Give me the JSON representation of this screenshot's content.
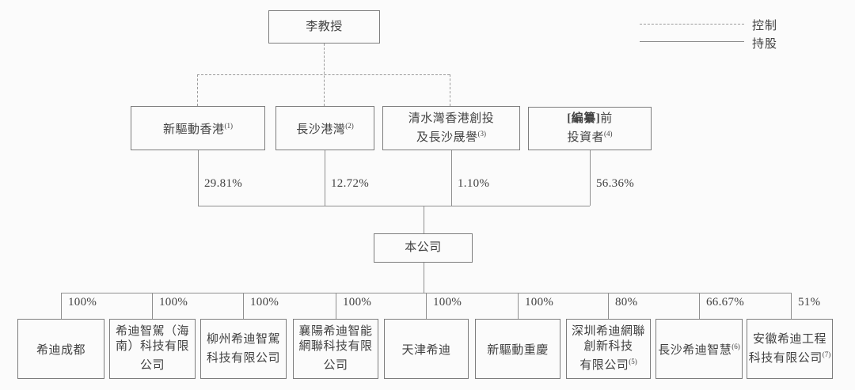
{
  "legend": {
    "control": "控制",
    "shareholding": "持股"
  },
  "root": {
    "label": "李教授"
  },
  "company": {
    "label": "本公司"
  },
  "shareholders": [
    {
      "lines": [
        "新驅動香港"
      ],
      "sup": "(1)",
      "pct": "29.81%"
    },
    {
      "lines": [
        "長沙港灣"
      ],
      "sup": "(2)",
      "pct": "12.72%"
    },
    {
      "lines": [
        "清水灣香港創投",
        "及長沙晟譽"
      ],
      "sup": "(3)",
      "pct": "1.10%"
    },
    {
      "bold": "[編纂]",
      "line1_rest": "前",
      "line2": "投資者",
      "sup": "(4)",
      "pct": "56.36%"
    }
  ],
  "subsidiaries": [
    {
      "lines": [
        "希迪成都"
      ],
      "sup": "",
      "pct": "100%"
    },
    {
      "lines": [
        "希迪智駕（海",
        "南）科技有限",
        "公司"
      ],
      "sup": "",
      "pct": "100%"
    },
    {
      "lines": [
        "柳州希迪智駕",
        "科技有限公司"
      ],
      "sup": "",
      "pct": "100%"
    },
    {
      "lines": [
        "襄陽希迪智能",
        "網聯科技有限",
        "公司"
      ],
      "sup": "",
      "pct": "100%"
    },
    {
      "lines": [
        "天津希迪"
      ],
      "sup": "",
      "pct": "100%"
    },
    {
      "lines": [
        "新驅動重慶"
      ],
      "sup": "",
      "pct": "100%"
    },
    {
      "lines": [
        "深圳希迪網聯",
        "創新科技",
        "有限公司"
      ],
      "sup": "(5)",
      "pct": "80%"
    },
    {
      "lines": [
        "長沙希迪智慧"
      ],
      "sup": "(6)",
      "pct": "66.67%"
    },
    {
      "lines": [
        "安徽希迪工程",
        "科技有限公司"
      ],
      "sup": "(7)",
      "pct": "51%"
    }
  ]
}
